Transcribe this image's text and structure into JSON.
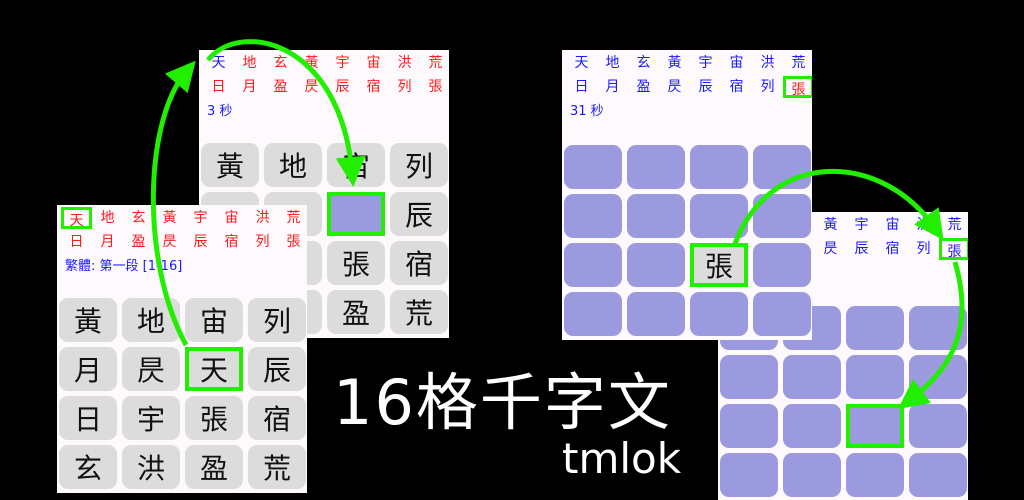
{
  "title": "16格千字文",
  "author": "tmlok",
  "header_row1": [
    "天",
    "地",
    "玄",
    "黃",
    "宇",
    "宙",
    "洪",
    "荒"
  ],
  "header_row2": [
    "日",
    "月",
    "盈",
    "昃",
    "辰",
    "宿",
    "列",
    "張"
  ],
  "grid": [
    "黃",
    "地",
    "宙",
    "列",
    "月",
    "昃",
    "天",
    "辰",
    "日",
    "宇",
    "張",
    "宿",
    "玄",
    "洪",
    "盈",
    "荒"
  ],
  "panels": [
    {
      "id": "a",
      "status": "繁體: 第一段 [1-16]",
      "header_color": "red",
      "hl_header": 0,
      "hidden_cells": [],
      "sel_cell": 6
    },
    {
      "id": "b",
      "status": "3 秒",
      "header_color": "red",
      "blue_first": true,
      "hidden_cells": [
        6
      ],
      "sel_cell": 6
    },
    {
      "id": "c",
      "status": "31 秒",
      "header_color": "blue",
      "hl_header": 15,
      "hidden_all": true,
      "show_cell": 10
    },
    {
      "id": "d",
      "status": "",
      "header_color": "blue",
      "hl_header": 15,
      "hidden_all": true,
      "sel_cell": 10
    }
  ],
  "colors": {
    "green": "#22ee00",
    "red": "#ff1a1a",
    "blue": "#1a1aff",
    "tile": "#dcdcdc",
    "hidden_tile": "#9c9ade"
  }
}
